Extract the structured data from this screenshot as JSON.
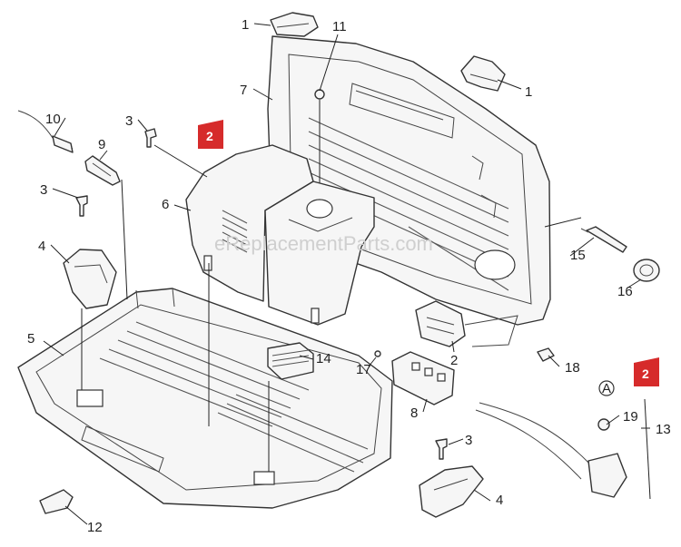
{
  "diagram": {
    "callouts": [
      {
        "id": "c1a",
        "label": "1"
      },
      {
        "id": "c11",
        "label": "11"
      },
      {
        "id": "c1b",
        "label": "1"
      },
      {
        "id": "c7",
        "label": "7"
      },
      {
        "id": "c10",
        "label": "10"
      },
      {
        "id": "c3a",
        "label": "3"
      },
      {
        "id": "c9",
        "label": "9"
      },
      {
        "id": "c6",
        "label": "6"
      },
      {
        "id": "c3b",
        "label": "3"
      },
      {
        "id": "c4a",
        "label": "4"
      },
      {
        "id": "c15",
        "label": "15"
      },
      {
        "id": "c16",
        "label": "16"
      },
      {
        "id": "c5",
        "label": "5"
      },
      {
        "id": "c14",
        "label": "14"
      },
      {
        "id": "c17",
        "label": "17"
      },
      {
        "id": "c2",
        "label": "2"
      },
      {
        "id": "c18",
        "label": "18"
      },
      {
        "id": "c8",
        "label": "8"
      },
      {
        "id": "c19",
        "label": "19"
      },
      {
        "id": "c13",
        "label": "13"
      },
      {
        "id": "c3c",
        "label": "3"
      },
      {
        "id": "c4b",
        "label": "4"
      },
      {
        "id": "c12",
        "label": "12"
      }
    ],
    "badges": [
      {
        "id": "b2a",
        "label": "2"
      },
      {
        "id": "b2b",
        "label": "2"
      }
    ],
    "marker_a": "A",
    "watermark": "eReplacementParts.com",
    "colors": {
      "badge": "#d62b2b",
      "line": "#333333",
      "part_fill": "#f6f6f6",
      "watermark": "#cfcfcf"
    }
  }
}
